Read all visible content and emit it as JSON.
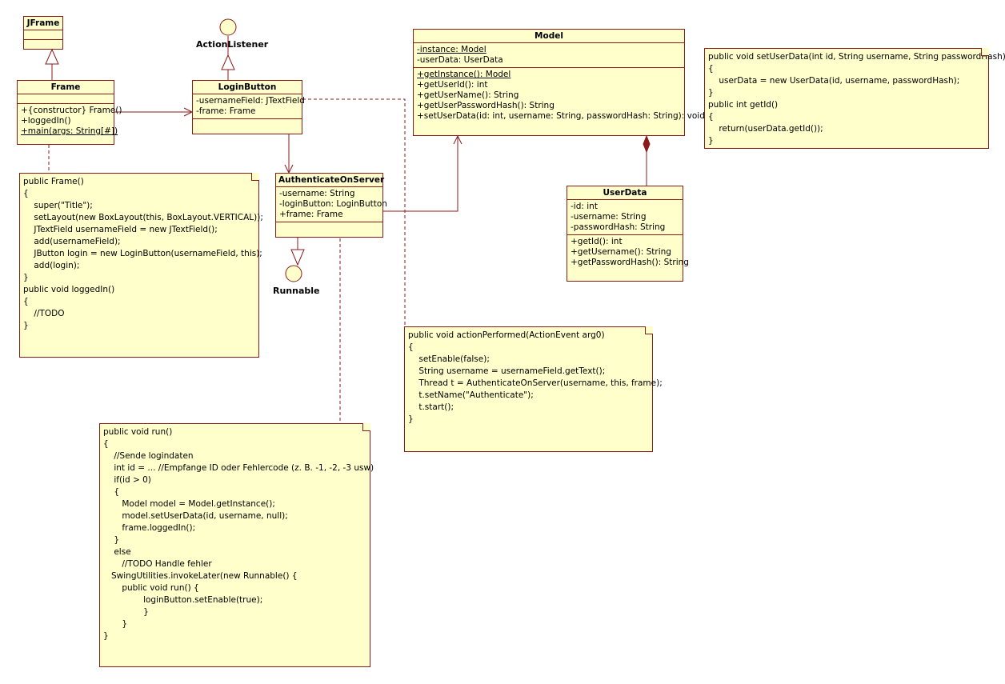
{
  "classes": {
    "jframe": {
      "name": "JFrame"
    },
    "frame": {
      "name": "Frame",
      "operations": [
        "+{constructor} Frame()",
        "+loggedIn()",
        "+main(args: String[#])"
      ]
    },
    "login_button": {
      "name": "LoginButton",
      "attributes": [
        "-usernameField: JTextField",
        "-frame: Frame"
      ]
    },
    "authenticate": {
      "name": "AuthenticateOnServer",
      "attributes": [
        "-username: String",
        "-loginButton: LoginButton",
        "+frame: Frame"
      ]
    },
    "model": {
      "name": "Model",
      "attributes": [
        "-instance: Model",
        "-userData: UserData"
      ],
      "operations": [
        "+getInstance(): Model",
        "+getUserId(): int",
        "+getUserName(): String",
        "+getUserPasswordHash(): String",
        "+setUserData(id: int, username: String, passwordHash: String): void"
      ]
    },
    "userdata": {
      "name": "UserData",
      "attributes": [
        "-id: int",
        "-username: String",
        "-passwordHash: String"
      ],
      "operations": [
        "+getId(): int",
        "+getUsername(): String",
        "+getPasswordHash(): String"
      ]
    }
  },
  "interfaces": {
    "action_listener": "ActionListener",
    "runnable": "Runnable"
  },
  "notes": {
    "frame_note": [
      "public Frame()",
      "{",
      "    super(\"Title\");",
      "    setLayout(new BoxLayout(this, BoxLayout.VERTICAL));",
      "",
      "    JTextField usernameField = new JTextField();",
      "    add(usernameField);",
      "",
      "    JButton login = new LoginButton(usernameField, this);",
      "    add(login);",
      "}",
      "public void loggedIn()",
      "{",
      "    //TODO",
      "}"
    ],
    "model_note": [
      "public void setUserData(int id, String username, String passwordHash)",
      "{",
      "    userData = new UserData(id, username, passwordHash);",
      "}",
      "public int getId()",
      "{",
      "    return(userData.getId());",
      "}"
    ],
    "action_note": [
      "public void actionPerformed(ActionEvent arg0)",
      "{",
      "    setEnable(false);",
      "",
      "    String username = usernameField.getText();",
      "",
      "    Thread t = AuthenticateOnServer(username, this, frame);",
      "    t.setName(\"Authenticate\");",
      "    t.start();",
      "}"
    ],
    "run_note": [
      "public void run()",
      "{",
      "    //Sende logindaten",
      "    int id = ... //Empfange ID oder Fehlercode (z. B. -1, -2, -3 usw)",
      "",
      "    if(id > 0)",
      "    {",
      "       Model model = Model.getInstance();",
      "       model.setUserData(id, username, null);",
      "       frame.loggedIn();",
      "    }",
      "    else",
      "       //TODO Handle fehler",
      "",
      "   SwingUtilities.invokeLater(new Runnable() {",
      "       public void run() {",
      "               loginButton.setEnable(true);",
      "               }",
      "       }",
      "}"
    ]
  },
  "colors": {
    "fill": "#ffffcc",
    "stroke": "#8b1a1a"
  }
}
